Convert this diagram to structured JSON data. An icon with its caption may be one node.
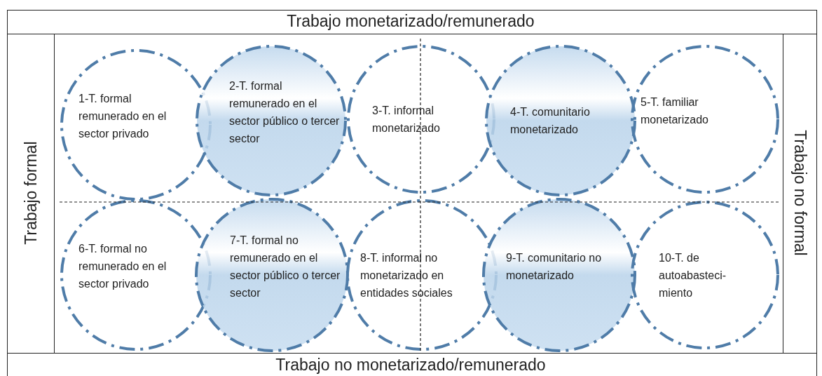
{
  "diagram": {
    "nodes": [
      {
        "text": [
          "1-T. formal remunerado en el sector privado"
        ]
      },
      {
        "text": [
          "2-T. formal remunerado en el sector público o tercer sector"
        ]
      },
      {
        "text": [
          "3-T. informal monetarizado"
        ]
      },
      {
        "text": [
          "4-T. comunitario monetarizado"
        ]
      },
      {
        "text": [
          "5-T. familiar monetarizado"
        ]
      },
      {
        "text": [
          "6-T. formal no remunerado en el sector privado"
        ]
      },
      {
        "text": [
          "7-T. formal no remunerado en el sector público o tercer sector"
        ]
      },
      {
        "text": [
          "8-T. informal no monetarizado en entidades sociales"
        ]
      },
      {
        "text": [
          "9-T. comunitario no monetarizado"
        ]
      },
      {
        "text": [
          "10-T. de autoabasteci-miento"
        ]
      }
    ],
    "labels": [
      "Trabajo monetarizado/remunerado",
      "Trabajo formal",
      "Trabajo no formal",
      "Trabajo no monetarizado/remunerado"
    ]
  }
}
